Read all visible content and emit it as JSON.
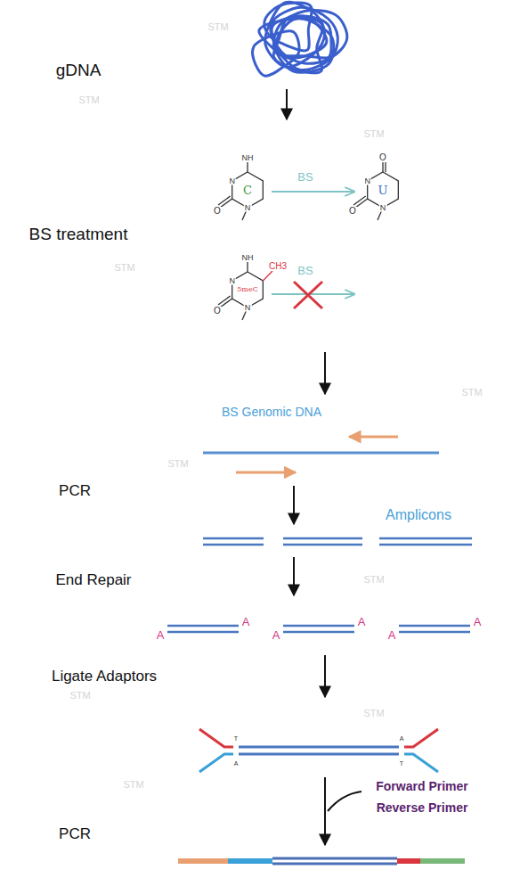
{
  "diagram": {
    "labels": [
      "gDNA",
      "BS treatment",
      "NH",
      "N",
      "C",
      "N",
      "O",
      "BS",
      "O",
      "N",
      "U",
      "N",
      "O",
      "NH",
      "CH3",
      "N",
      "5meC",
      "N",
      "O",
      "BS",
      "BS Genomic DNA",
      "PCR",
      "Amplicons",
      "End Repair",
      "A",
      "A",
      "A",
      "A",
      "A",
      "A",
      "Ligate Adaptors",
      "T",
      "A",
      "A",
      "T",
      "PCR",
      "Forward Primer",
      "Reverse Primer",
      "STM",
      "STM",
      "STM",
      "STM",
      "STM",
      "STM",
      "STM",
      "STM",
      "STM",
      "STM"
    ]
  }
}
